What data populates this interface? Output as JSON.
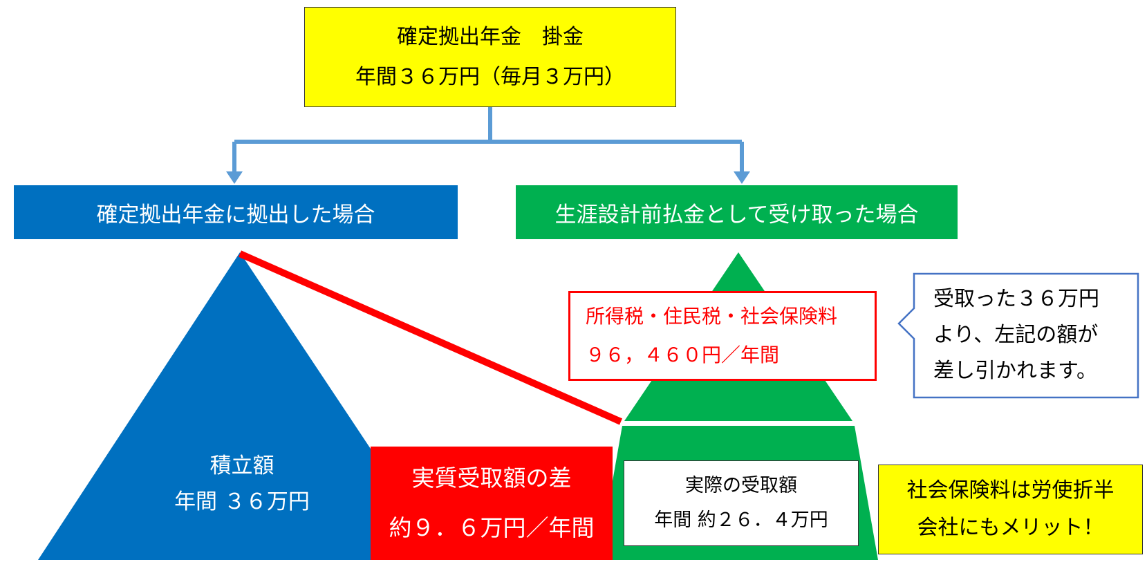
{
  "top_box": {
    "line1": "確定拠出年金　掛金",
    "line2": "年間３６万円（毎月３万円）"
  },
  "left_branch": {
    "header": "確定拠出年金に拠出した場合",
    "accumulation_label": "積立額",
    "accumulation_value": "年間 ３６万円"
  },
  "right_branch": {
    "header": "生涯設計前払金として受け取った場合",
    "tax_line1": "所得税・住民税・社会保険料",
    "tax_line2": "９６，４６０円／年間",
    "actual_label": "実際の受取額",
    "actual_value": "年間 約２６．４万円"
  },
  "difference": {
    "line1": "実質受取額の差",
    "line2": "約９．６万円／年間"
  },
  "callout": {
    "line1": "受取った３６万円",
    "line2": "より、左記の額が",
    "line3": "差し引かれます。"
  },
  "merit_box": {
    "line1": "社会保険料は労使折半",
    "line2": "会社にもメリット！"
  },
  "colors": {
    "blue": "#0070c0",
    "green": "#00b050",
    "red": "#ff0000",
    "yellow": "#ffff00",
    "connector": "#5b9bd5"
  }
}
